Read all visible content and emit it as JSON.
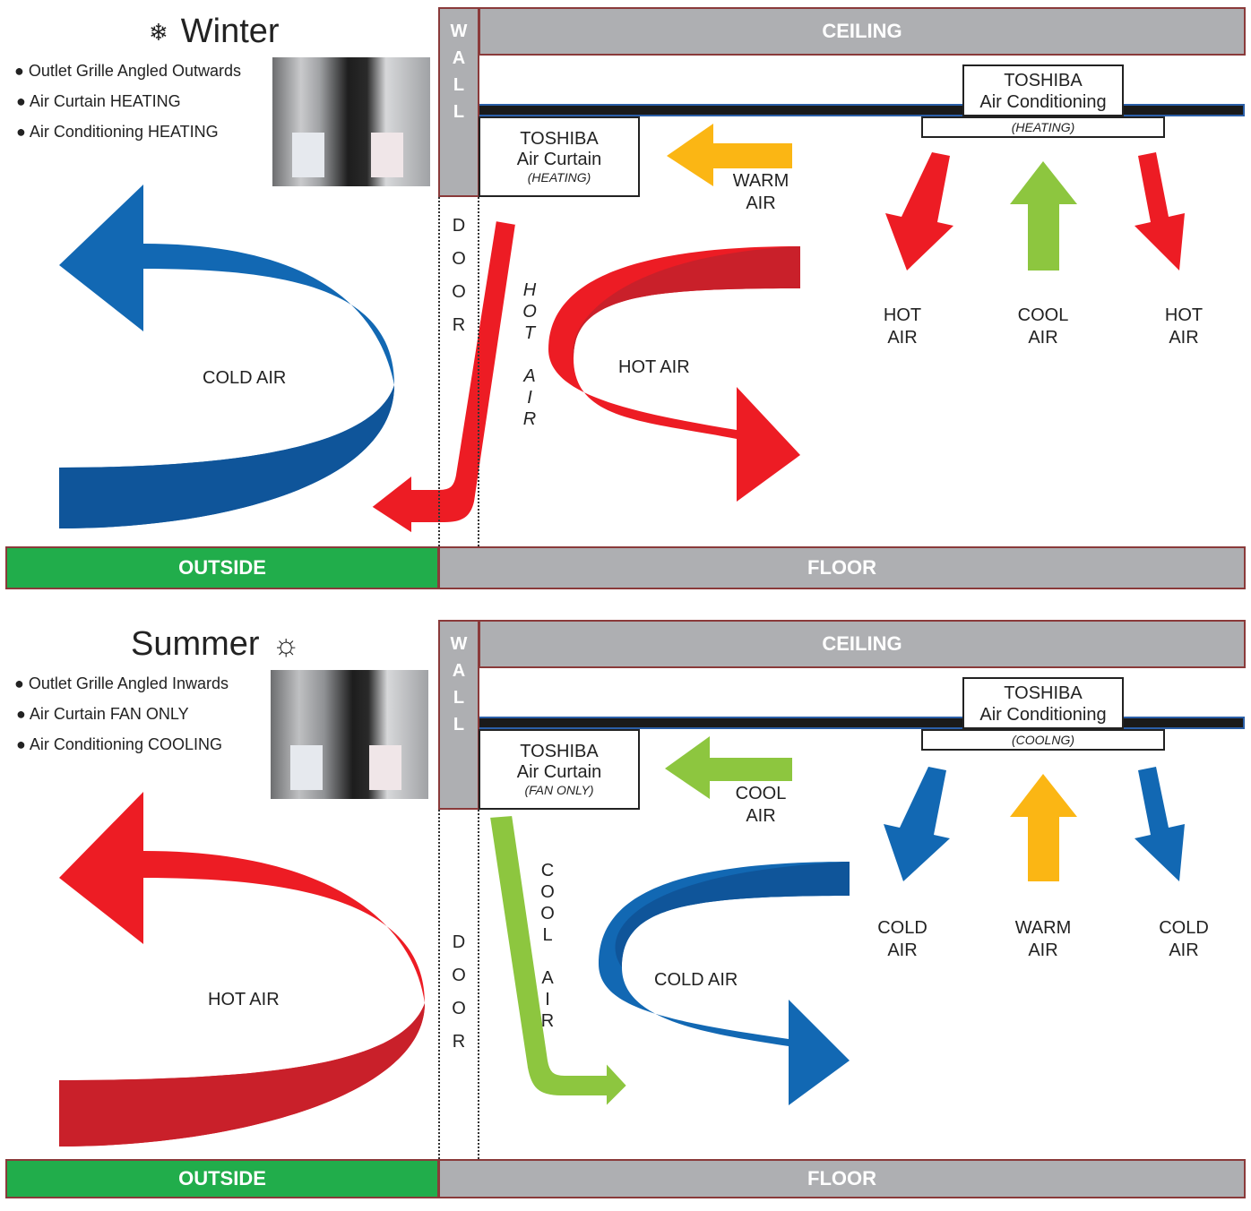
{
  "winter": {
    "title": "Winter",
    "icon": "snowflake-icon",
    "icon_glyph": "❄",
    "bullets": [
      "● Outlet Grille Angled Outwards",
      "●  Air Curtain HEATING",
      "●  Air Conditioning HEATING"
    ],
    "ceiling": "CEILING",
    "outside": "OUTSIDE",
    "floor": "FLOOR",
    "wall": [
      "W",
      "A",
      "L",
      "L"
    ],
    "door": [
      "D",
      "O",
      "O",
      "R"
    ],
    "ac": {
      "name": "TOSHIBA",
      "subtitle": "Air Conditioning",
      "mode": "(HEATING)"
    },
    "curtain": {
      "name": "TOSHIBA",
      "subtitle": "Air Curtain",
      "mode": "(HEATING)"
    },
    "warm_air": [
      "WARM",
      "AIR"
    ],
    "door_flow": [
      "H",
      "O",
      "T",
      "",
      "A",
      "I",
      "R"
    ],
    "room_flow": "HOT AIR",
    "outside_flow": "COLD AIR",
    "ac_flows": [
      [
        "HOT",
        "AIR"
      ],
      [
        "COOL",
        "AIR"
      ],
      [
        "HOT",
        "AIR"
      ]
    ],
    "colors": {
      "outside_arrow": "#1268b3",
      "room_arrow": "#ed1c24",
      "curtain_arrow": "#fbb614",
      "down_arrow": "#ed1c24",
      "up_arrow": "#8dc63f"
    }
  },
  "summer": {
    "title": "Summer",
    "icon": "sun-icon",
    "icon_glyph": "☼",
    "bullets": [
      "● Outlet Grille Angled Inwards",
      "●  Air Curtain FAN ONLY",
      "●  Air Conditioning COOLING"
    ],
    "ceiling": "CEILING",
    "outside": "OUTSIDE",
    "floor": "FLOOR",
    "wall": [
      "W",
      "A",
      "L",
      "L"
    ],
    "door": [
      "D",
      "O",
      "O",
      "R"
    ],
    "ac": {
      "name": "TOSHIBA",
      "subtitle": "Air Conditioning",
      "mode": "(COOLNG)"
    },
    "curtain": {
      "name": "TOSHIBA",
      "subtitle": "Air Curtain",
      "mode": "(FAN ONLY)"
    },
    "warm_air": [
      "COOL",
      "AIR"
    ],
    "door_flow": [
      "C",
      "O",
      "O",
      "L",
      "",
      "A",
      "I",
      "R"
    ],
    "room_flow": "COLD AIR",
    "outside_flow": "HOT AIR",
    "ac_flows": [
      [
        "COLD",
        "AIR"
      ],
      [
        "WARM",
        "AIR"
      ],
      [
        "COLD",
        "AIR"
      ]
    ],
    "colors": {
      "outside_arrow": "#ed1c24",
      "room_arrow": "#1268b3",
      "curtain_arrow": "#8dc63f",
      "down_arrow": "#1268b3",
      "up_arrow": "#fbb614"
    }
  }
}
